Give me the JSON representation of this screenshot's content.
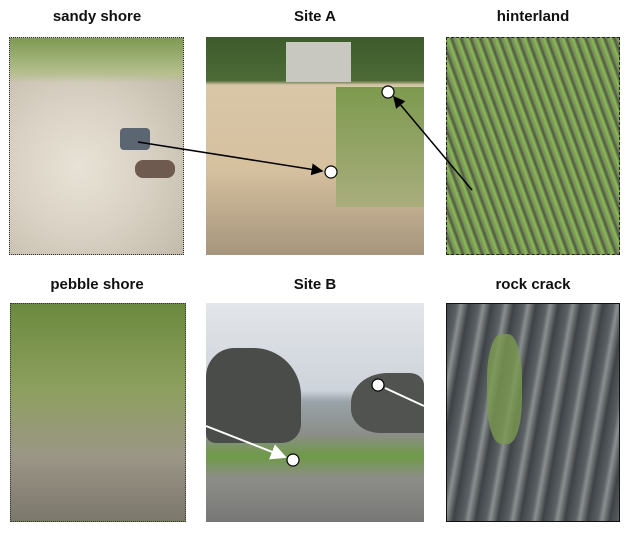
{
  "panels": {
    "sandy_shore": "sandy shore",
    "site_a": "Site A",
    "hinterland": "hinterland",
    "pebble_shore": "pebble shore",
    "site_b": "Site B",
    "rock_crack": "rock crack"
  }
}
